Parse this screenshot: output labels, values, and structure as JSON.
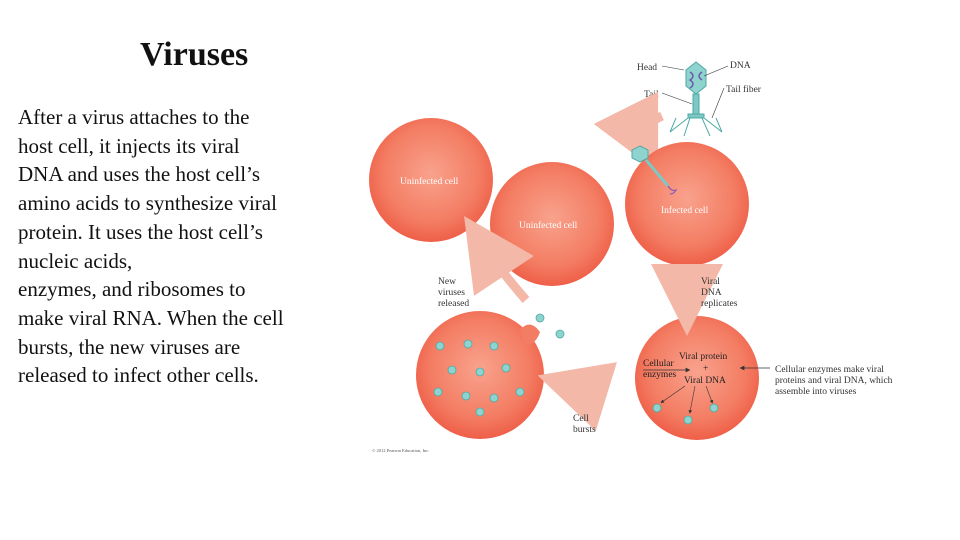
{
  "title": "Viruses",
  "body_lines": [
    "After a virus attaches to the",
    "host cell, it injects its viral",
    "DNA and uses the host cell’s",
    "amino acids to synthesize viral",
    "protein. It uses the host cell’s",
    "nucleic acids,",
    "enzymes, and ribosomes to",
    "make viral RNA. When the cell",
    "bursts, the new viruses are",
    "released to infect other cells."
  ],
  "diagram": {
    "virus_labels": {
      "head": "Head",
      "dna": "DNA",
      "tail": "Tail",
      "tail_fiber": "Tail fiber"
    },
    "cells": {
      "uninfected_1": "Uninfected cell",
      "uninfected_2": "Uninfected cell",
      "infected": "Infected cell"
    },
    "steps": {
      "new_viruses": [
        "New",
        "viruses",
        "released"
      ],
      "viral_dna": [
        "Viral",
        "DNA",
        "replicates"
      ],
      "cell_bursts": [
        "Cell",
        "bursts"
      ]
    },
    "process": {
      "cellular_enzymes": [
        "Cellular",
        "enzymes"
      ],
      "viral_protein": "Viral protein",
      "plus": "+",
      "viral_dna": "Viral DNA"
    },
    "callout": [
      "Cellular enzymes make viral",
      "proteins and viral DNA, which",
      "assemble into viruses"
    ],
    "copyright": "© 2012 Pearson Education, Inc."
  },
  "colors": {
    "cell_fill": "#f26d55",
    "cell_center": "#f9a28d",
    "arrow": "#f3b8a8",
    "virus": "#7ec8c4"
  }
}
